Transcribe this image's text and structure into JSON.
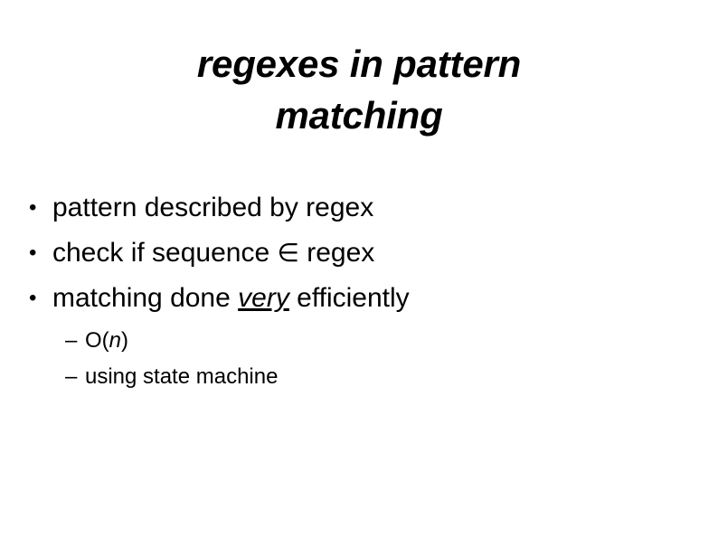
{
  "slide": {
    "background_color": "#ffffff",
    "text_color": "#000000",
    "title": {
      "line1": "regexes in pattern",
      "line2": "matching"
    },
    "bullet_marker": "•",
    "sub_bullet_marker": "–",
    "bullets": [
      {
        "text": "pattern described by regex"
      },
      {
        "prefix": "check if sequence ",
        "symbol": "∈",
        "suffix": " regex"
      },
      {
        "prefix": "matching done ",
        "emphasis": "very",
        "suffix": " efficiently"
      }
    ],
    "sub_bullets": [
      {
        "prefix": "O(",
        "variable": "n",
        "suffix": ")"
      },
      {
        "text": "using state machine"
      }
    ]
  }
}
